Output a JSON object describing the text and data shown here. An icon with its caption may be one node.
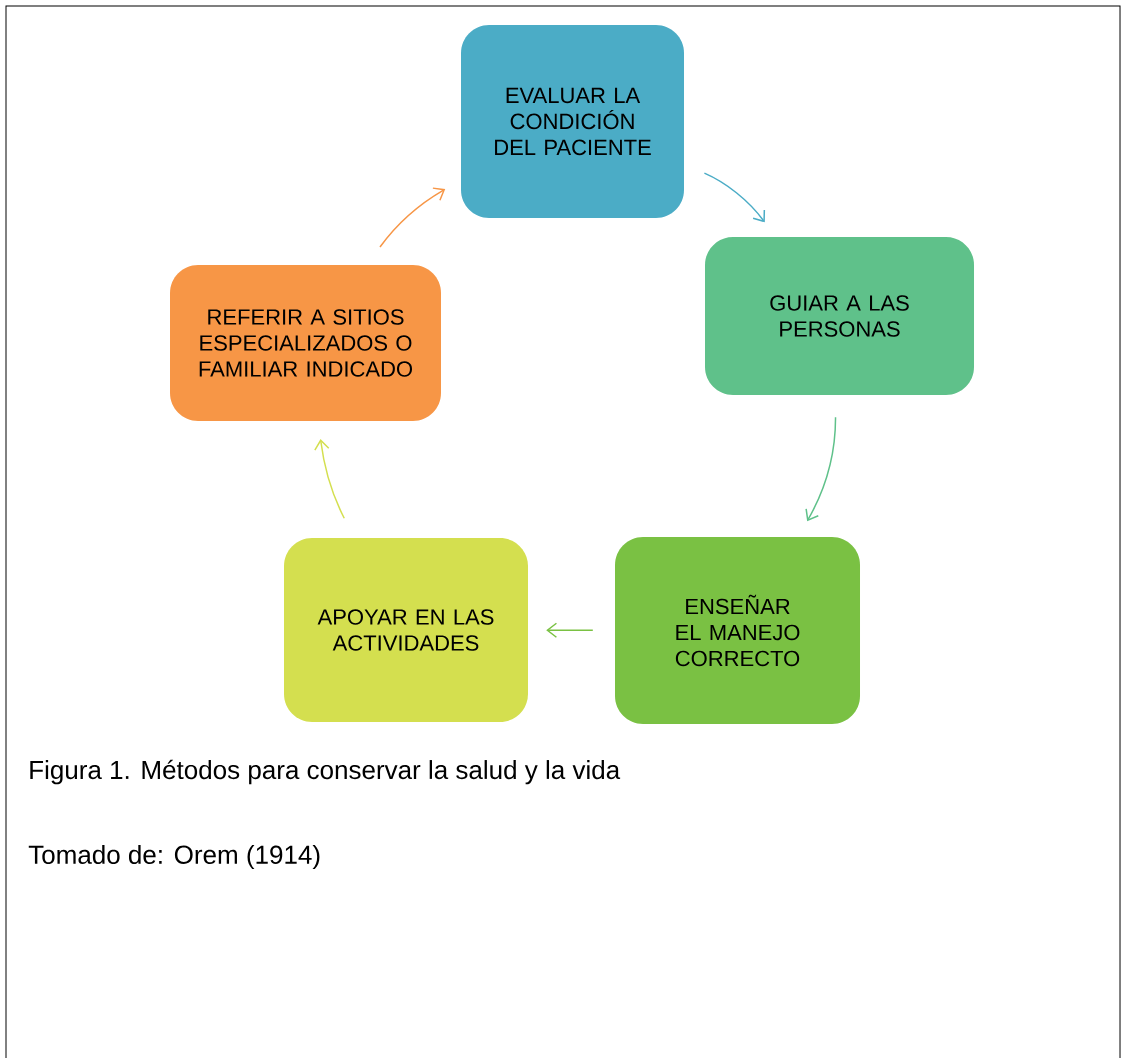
{
  "diagram": {
    "caption": "Figura 1. Métodos para conservar la salud y la vida",
    "nodes": [
      {
        "text": [
          "EVALUAR LA CONDICIÓN DEL PACIENTE"
        ]
      },
      {
        "text": [
          "GUIAR A LAS PERSONAS"
        ]
      },
      {
        "text": [
          "ENSEÑAR EL MANEJO CORRECTO"
        ]
      },
      {
        "text": [
          "APOYAR EN LAS ACTIVIDADES"
        ]
      },
      {
        "text": [
          "REFERIR A SITIOS ESPECIALIZADOS O FAMILIAR INDICADO"
        ]
      }
    ],
    "edges": [
      {
        "from": 0,
        "to": 1,
        "arrow": "to",
        "color": "#4bacc6"
      },
      {
        "from": 1,
        "to": 2,
        "arrow": "to",
        "color": "#5fc18a"
      },
      {
        "from": 2,
        "to": 3,
        "arrow": "to",
        "color": "#7ac143"
      },
      {
        "from": 3,
        "to": 4,
        "arrow": "to",
        "color": "#d4df4f"
      },
      {
        "from": 4,
        "to": 0,
        "arrow": "to",
        "color": "#f79646"
      }
    ],
    "labels": [
      "Tomado de: Orem (1914)"
    ]
  }
}
